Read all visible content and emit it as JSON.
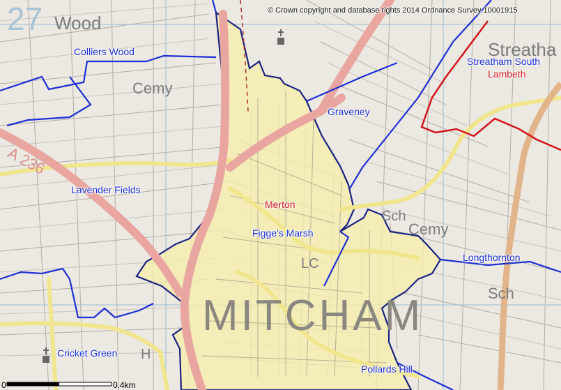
{
  "copyright": "© Crown copyright and database rights 2014 Ordnance Survey 10001915",
  "wards": {
    "colliers_wood": "Colliers Wood",
    "graveney": "Graveney",
    "lavender_fields": "Lavender Fields",
    "figges_marsh": "Figge's Marsh",
    "longthornton": "Longthornton",
    "cricket_green": "Cricket Green",
    "pollards_hill": "Pollards Hill",
    "streatham_south": "Streatham South"
  },
  "boroughs": {
    "merton": "Merton",
    "lambeth": "Lambeth"
  },
  "os_text": {
    "grid_27": "27",
    "wood": "Wood",
    "cemy_1": "Cemy",
    "cemy_2": "Cemy",
    "a236": "A 236",
    "streatham": "Streatha",
    "sch_1": "Sch",
    "sch_2": "Sch",
    "lc": "LC",
    "h": "H",
    "mitcham": "MITCHAM"
  },
  "scale_bar": {
    "start": "0",
    "end": "0.4km"
  },
  "colors": {
    "background": "#ece8e2",
    "highlight_area": "#f6eeae",
    "ward_boundary": "#1c2fd6",
    "borough_boundary": "#d4141a",
    "major_road": "#e9a6a0",
    "minor_road_yellow": "#f1e68e",
    "grid": "#a9c3d6"
  }
}
